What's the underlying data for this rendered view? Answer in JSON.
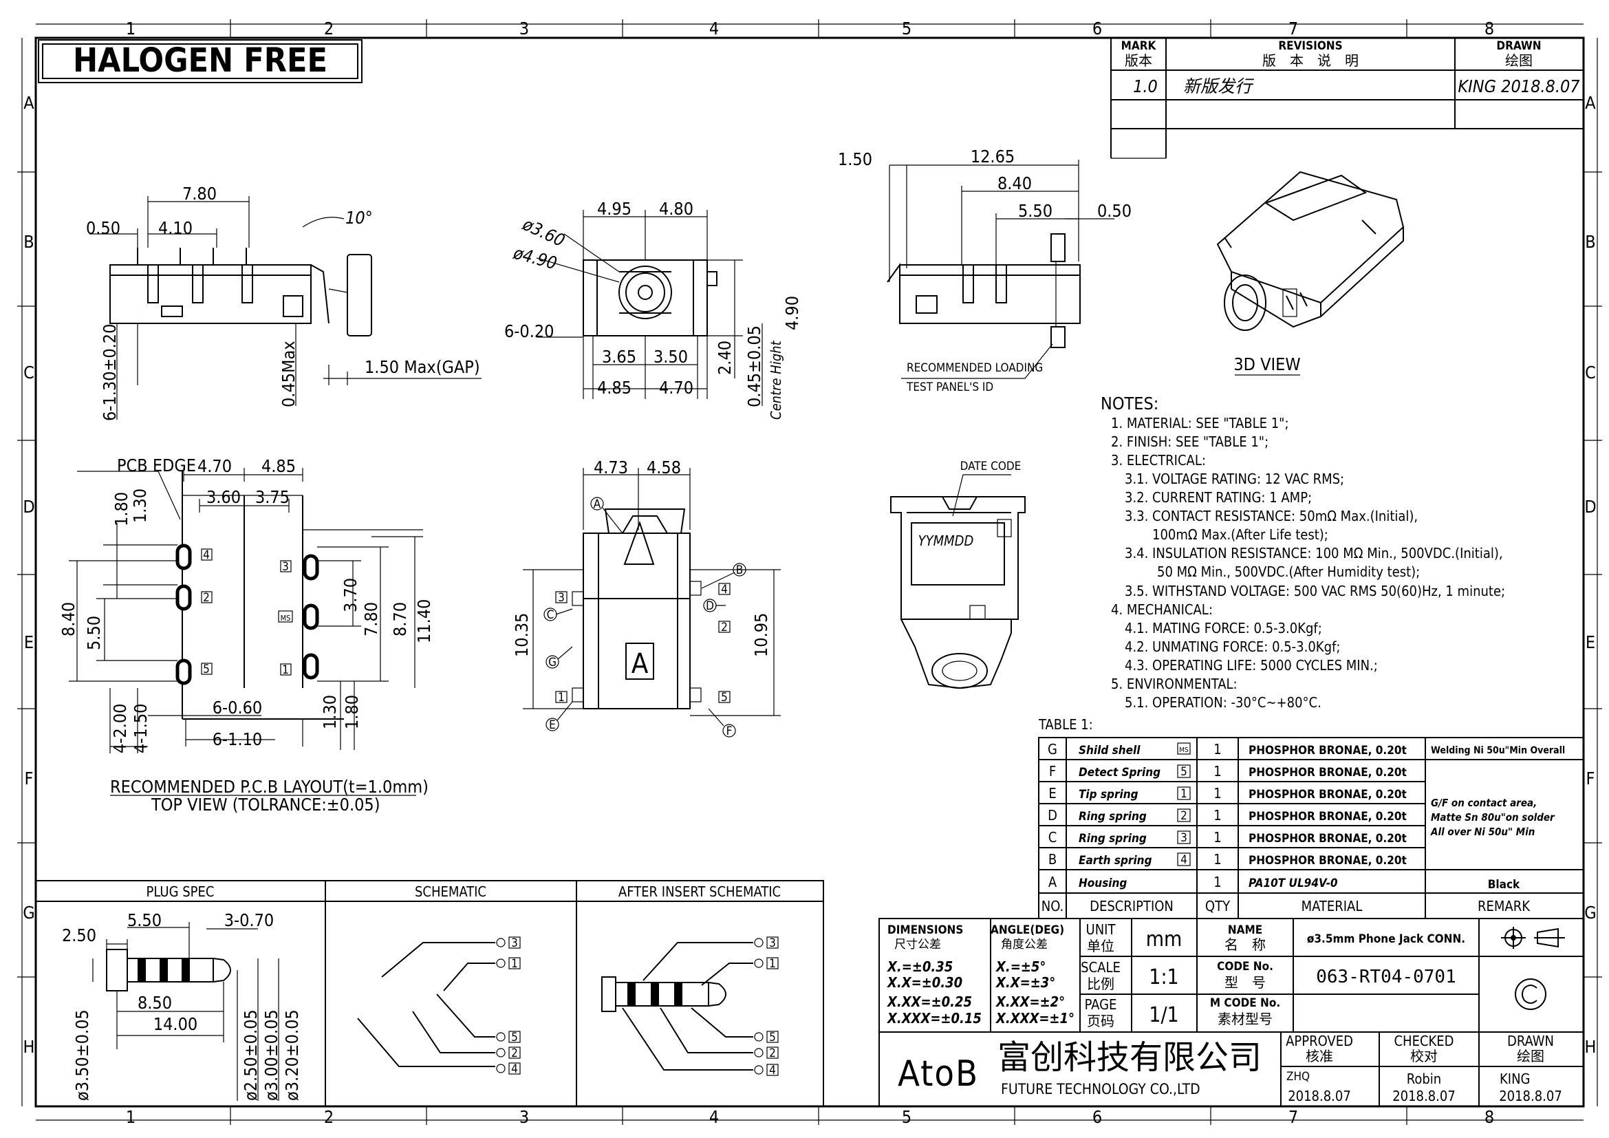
{
  "banner": "HALOGEN FREE",
  "grid": {
    "cols": [
      "1",
      "2",
      "3",
      "4",
      "5",
      "6",
      "7",
      "8"
    ],
    "rows": [
      "A",
      "B",
      "C",
      "D",
      "E",
      "F",
      "G",
      "H"
    ]
  },
  "revisions": {
    "h_mark_en": "MARK",
    "h_mark_cn": "版本",
    "h_rev_en": "REVISIONS",
    "h_rev_cn": "版　本　说　明",
    "h_drawn_en": "DRAWN",
    "h_drawn_cn": "绘图",
    "rows": [
      {
        "mark": "1.0",
        "desc": "新版发行",
        "drawn": "KING  2018.8.07"
      }
    ]
  },
  "side_view": {
    "dims": [
      "7.80",
      "0.50",
      "4.10",
      "10°",
      "6-1.30±0.20",
      "0.45Max",
      "1.50  Max(GAP)"
    ]
  },
  "front_view": {
    "dims": [
      "ø3.60",
      "ø4.90",
      "4.95",
      "4.80",
      "4.90",
      "6-0.20",
      "3.65",
      "3.50",
      "2.40",
      "4.85",
      "4.70",
      "0.45±0.05"
    ],
    "centre": "Centre  Hight"
  },
  "test_view": {
    "dims": [
      "1.50",
      "12.65",
      "8.40",
      "5.50",
      "0.50"
    ],
    "note1": "RECOMMENDED  LOADING",
    "note2": "TEST  PANEL'S  ID"
  },
  "view3d": "3D  VIEW",
  "pcb": {
    "edge": "PCB  EDGE",
    "dims": [
      "4.70",
      "4.85",
      "3.60",
      "3.75",
      "1.80",
      "1.30",
      "8.40",
      "5.50",
      "3.70",
      "7.80",
      "8.70",
      "11.40",
      "4-2.00",
      "4-1.50",
      "6-0.60",
      "6-1.10",
      "1.30",
      "1.80"
    ],
    "pins": [
      "4",
      "2",
      "5",
      "3",
      "MS",
      "1"
    ],
    "caption1": "RECOMMENDED  P.C.B  LAYOUT(t=1.0mm)",
    "caption2": "TOP  VIEW  (TOLRANCE:±0.05)"
  },
  "bottom_view": {
    "dims": [
      "4.73",
      "4.58",
      "10.35",
      "10.95"
    ],
    "letters": [
      "A",
      "B",
      "C",
      "D",
      "E",
      "F",
      "G"
    ],
    "pins": [
      "3",
      "4",
      "2",
      "1",
      "5"
    ],
    "body_letter": "A"
  },
  "date_view": {
    "label": "DATE  CODE",
    "code": "YYMMDD"
  },
  "notes": {
    "title": "NOTES:",
    "lines": [
      "1. MATERIAL: SEE \"TABLE 1\";",
      "2. FINISH: SEE \"TABLE 1\";",
      "3. ELECTRICAL:",
      "3.1. VOLTAGE RATING: 12 VAC RMS;",
      "3.2. CURRENT RATING: 1 AMP;",
      "3.3. CONTACT RESISTANCE: 50mΩ Max.(Initial),",
      "100mΩ Max.(After Life test);",
      "3.4. INSULATION RESISTANCE: 100 MΩ Min., 500VDC.(Initial),",
      "50 MΩ Min., 500VDC.(After Humidity test);",
      "3.5. WITHSTAND VOLTAGE: 500 VAC RMS 50(60)Hz, 1 minute;",
      "4. MECHANICAL:",
      "4.1. MATING FORCE: 0.5-3.0Kgf;",
      "4.2. UNMATING FORCE: 0.5-3.0Kgf;",
      "4.3. OPERATING LIFE: 5000 CYCLES MIN.;",
      "5. ENVIRONMENTAL:",
      "5.1. OPERATION: -30°C~+80°C."
    ]
  },
  "table1": {
    "title": "TABLE 1:",
    "headers": {
      "no": "NO.",
      "desc": "DESCRIPTION",
      "qty": "QTY",
      "material": "MATERIAL",
      "remark": "REMARK"
    },
    "rows": [
      {
        "no": "G",
        "desc": "Shild shell",
        "pin": "MS",
        "qty": "1",
        "material": "PHOSPHOR BRONAE, 0.20t"
      },
      {
        "no": "F",
        "desc": "Detect Spring",
        "pin": "5",
        "qty": "1",
        "material": "PHOSPHOR BRONAE, 0.20t"
      },
      {
        "no": "E",
        "desc": "Tip spring",
        "pin": "1",
        "qty": "1",
        "material": "PHOSPHOR BRONAE, 0.20t"
      },
      {
        "no": "D",
        "desc": "Ring spring",
        "pin": "2",
        "qty": "1",
        "material": "PHOSPHOR BRONAE, 0.20t"
      },
      {
        "no": "C",
        "desc": "Ring spring",
        "pin": "3",
        "qty": "1",
        "material": "PHOSPHOR BRONAE, 0.20t"
      },
      {
        "no": "B",
        "desc": "Earth spring",
        "pin": "4",
        "qty": "1",
        "material": "PHOSPHOR BRONAE, 0.20t"
      },
      {
        "no": "A",
        "desc": "Housing",
        "pin": "",
        "qty": "1",
        "material": "PA10T UL94V-0"
      }
    ],
    "remark_g": "Welding Ni 50u\"Min Overall",
    "remark_bf": [
      "G/F on contact area,",
      "Matte Sn 80u\"on solder",
      "All over Ni 50u\" Min"
    ],
    "remark_a": "Black"
  },
  "plug": {
    "heading": "PLUG  SPEC",
    "dims": [
      "2.50",
      "5.50",
      "3-0.70",
      "8.50",
      "14.00",
      "ø3.50±0.05",
      "ø2.50±0.05",
      "ø3.00±0.05",
      "ø3.20±0.05"
    ]
  },
  "schematic": {
    "heading": "SCHEMATIC",
    "pins": [
      "3",
      "1",
      "5",
      "2",
      "4"
    ]
  },
  "after": {
    "heading": "AFTER  INSERT  SCHEMATIC",
    "pins": [
      "3",
      "1",
      "5",
      "2",
      "4"
    ]
  },
  "title_block": {
    "dim_en": "DIMENSIONS",
    "dim_cn": "尺寸公差",
    "ang_en": "ANGLE(DEG)",
    "ang_cn": "角度公差",
    "tol": [
      "X.=±0.35",
      "X.X=±0.30",
      "X.XX=±0.25",
      "X.XXX=±0.15"
    ],
    "ang": [
      "X.=±5°",
      "X.X=±3°",
      "X.XX=±2°",
      "X.XXX=±1°"
    ],
    "unit_en": "UNIT",
    "unit_cn": "单位",
    "unit_val": "mm",
    "scale_en": "SCALE",
    "scale_cn": "比例",
    "scale_val": "1:1",
    "page_en": "PAGE",
    "page_cn": "页码",
    "page_val": "1/1",
    "name_en": "NAME",
    "name_cn": "名　称",
    "name_val": "ø3.5mm Phone Jack CONN.",
    "code_en": "CODE No.",
    "code_cn": "型　号",
    "code_val": "063-RT04-0701",
    "mcode_en": "M CODE No.",
    "mcode_cn": "素材型号",
    "company_logo": "AtoB",
    "company_cn": "富创科技有限公司",
    "company_en": "FUTURE TECHNOLOGY CO.,LTD",
    "approved_en": "APPROVED",
    "approved_cn": "核准",
    "approved_by": "ZHQ",
    "approved_date": "2018.8.07",
    "checked_en": "CHECKED",
    "checked_cn": "校对",
    "checked_by": "Robin",
    "checked_date": "2018.8.07",
    "drawn_en": "DRAWN",
    "drawn_cn": "绘图",
    "drawn_by": "KING",
    "drawn_date": "2018.8.07"
  }
}
